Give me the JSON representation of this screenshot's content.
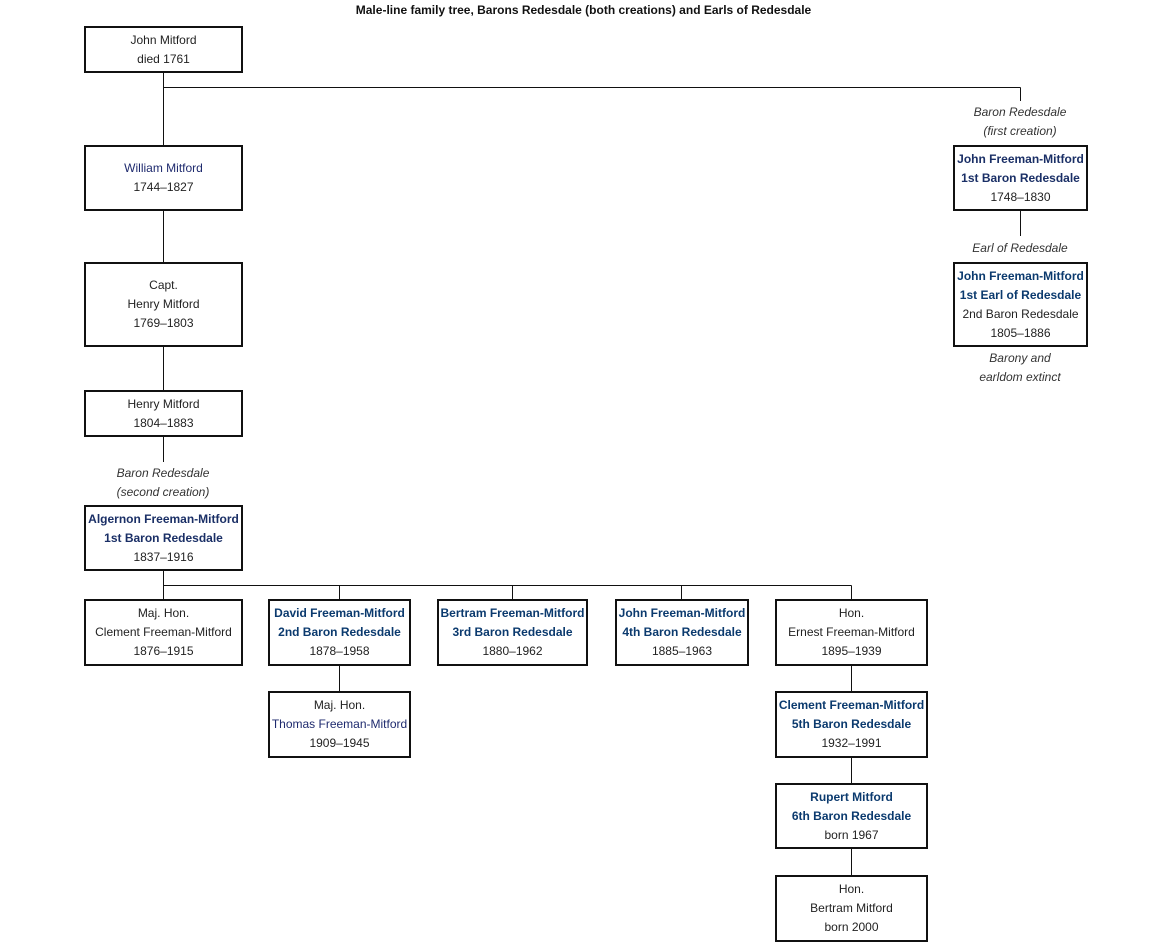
{
  "title": "Male-line family tree, Barons Redesdale (both creations) and Earls of Redesdale",
  "notes": {
    "first_creation": [
      "Baron Redesdale",
      "(first creation)"
    ],
    "earl": [
      "Earl of Redesdale"
    ],
    "extinct": [
      "Barony and",
      "earldom extinct"
    ],
    "second_creation": [
      "Baron Redesdale",
      "(second creation)"
    ]
  },
  "people": {
    "john_mitford": {
      "lines": [
        "John Mitford",
        "died 1761"
      ],
      "styles": [
        "plain",
        "plain"
      ]
    },
    "william_mitford": {
      "lines": [
        "William Mitford",
        "1744–1827"
      ],
      "styles": [
        "link",
        "plain"
      ]
    },
    "capt_henry": {
      "lines": [
        "Capt.",
        "Henry Mitford",
        "1769–1803"
      ],
      "styles": [
        "plain",
        "plain",
        "plain"
      ]
    },
    "henry_mitford": {
      "lines": [
        "Henry Mitford",
        "1804–1883"
      ],
      "styles": [
        "plain",
        "plain"
      ]
    },
    "algernon": {
      "lines": [
        "Algernon Freeman-Mitford",
        "1st Baron Redesdale",
        "1837–1916"
      ],
      "styles": [
        "blink",
        "blink",
        "plain"
      ]
    },
    "john_1st_baron": {
      "lines": [
        "John Freeman-Mitford",
        "1st Baron Redesdale",
        "1748–1830"
      ],
      "styles": [
        "blink",
        "blink",
        "plain"
      ]
    },
    "john_1st_earl": {
      "lines": [
        "John Freeman-Mitford",
        "1st Earl of Redesdale",
        "2nd Baron Redesdale",
        "1805–1886"
      ],
      "styles": [
        "blink2",
        "blink2",
        "plain",
        "plain"
      ]
    },
    "clement_1876": {
      "lines": [
        "Maj. Hon.",
        "Clement Freeman-Mitford",
        "1876–1915"
      ],
      "styles": [
        "plain",
        "plain",
        "plain"
      ]
    },
    "david": {
      "lines": [
        "David Freeman-Mitford",
        "2nd Baron Redesdale",
        "1878–1958"
      ],
      "styles": [
        "blink2",
        "blink2",
        "plain"
      ]
    },
    "bertram_1880": {
      "lines": [
        "Bertram Freeman-Mitford",
        "3rd Baron Redesdale",
        "1880–1962"
      ],
      "styles": [
        "blink2",
        "blink2",
        "plain"
      ]
    },
    "john_4th": {
      "lines": [
        "John Freeman-Mitford",
        "4th Baron Redesdale",
        "1885–1963"
      ],
      "styles": [
        "blink2",
        "blink2",
        "plain"
      ]
    },
    "ernest": {
      "lines": [
        "Hon.",
        "Ernest Freeman-Mitford",
        "1895–1939"
      ],
      "styles": [
        "plain",
        "plain",
        "plain"
      ]
    },
    "thomas": {
      "lines": [
        "Maj. Hon.",
        "Thomas Freeman-Mitford",
        "1909–1945"
      ],
      "styles": [
        "plain",
        "link",
        "plain"
      ]
    },
    "clement_5th": {
      "lines": [
        "Clement Freeman-Mitford",
        "5th Baron Redesdale",
        "1932–1991"
      ],
      "styles": [
        "blink2",
        "blink2",
        "plain"
      ]
    },
    "rupert": {
      "lines": [
        "Rupert Mitford",
        "6th Baron Redesdale",
        "born 1967"
      ],
      "styles": [
        "blink2",
        "blink2",
        "plain"
      ]
    },
    "bertram_2000": {
      "lines": [
        "Hon.",
        "Bertram Mitford",
        "born 2000"
      ],
      "styles": [
        "plain",
        "plain",
        "plain"
      ]
    }
  }
}
